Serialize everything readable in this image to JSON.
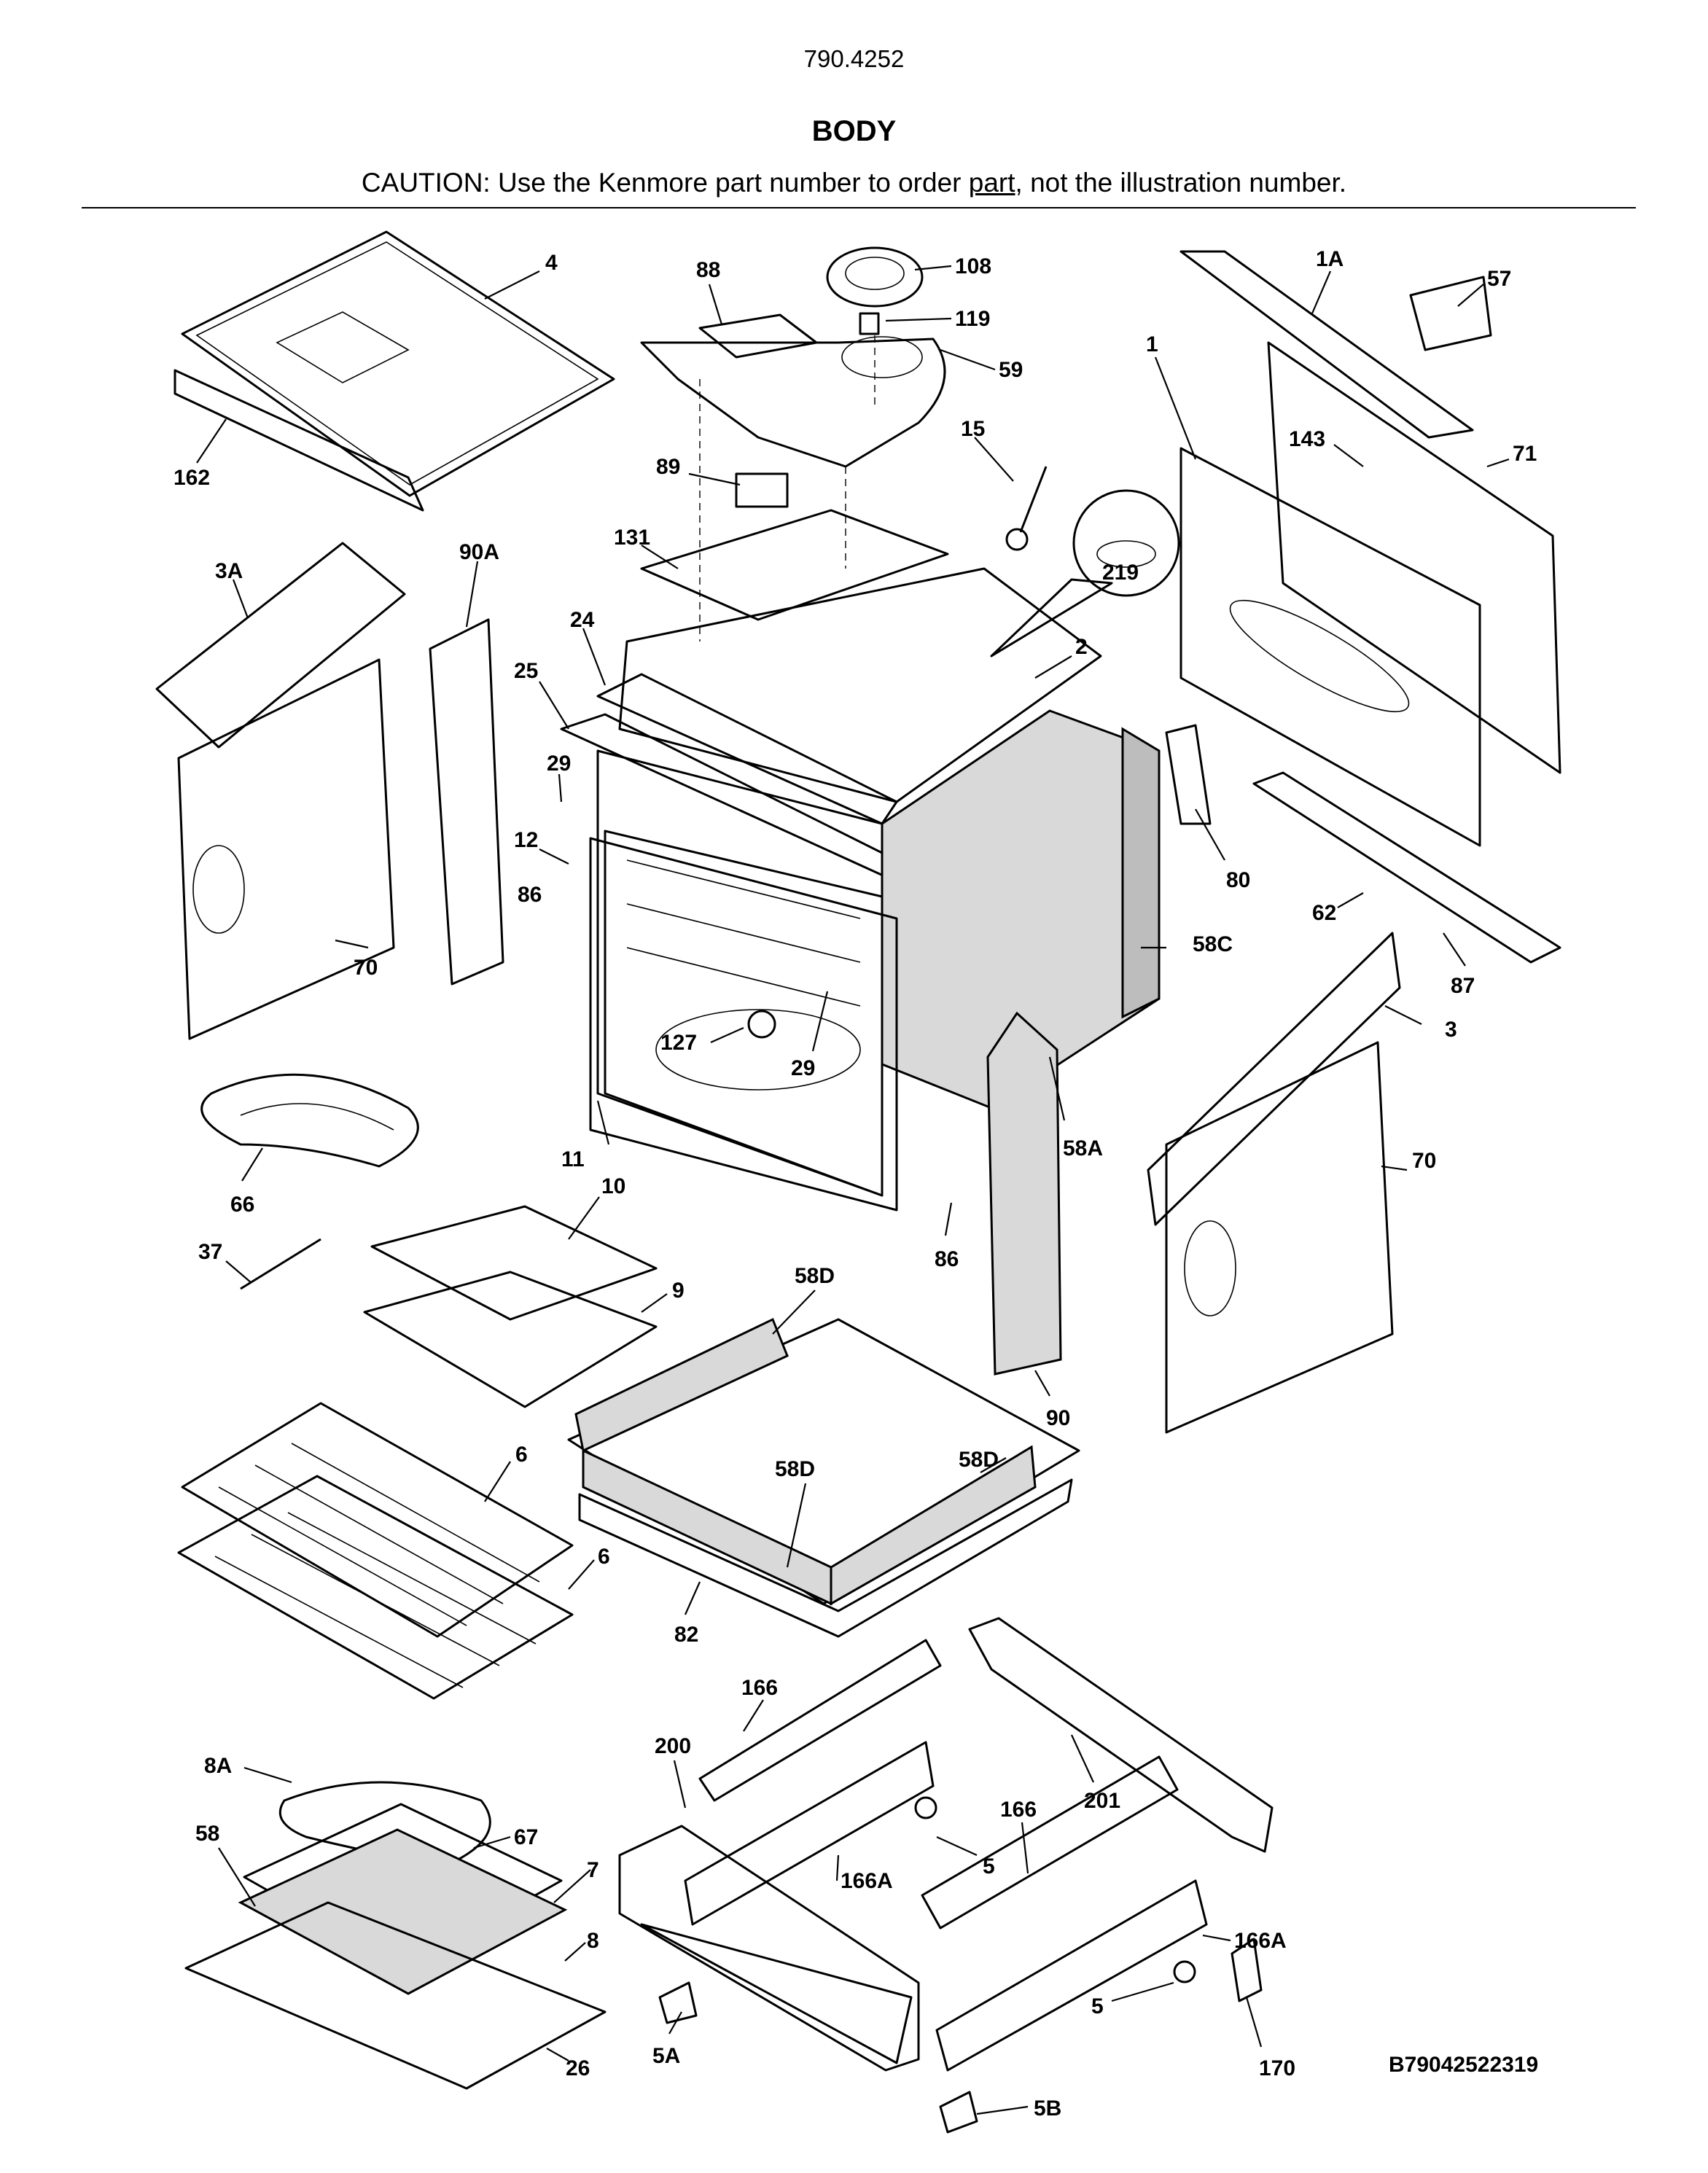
{
  "header": {
    "model_number": "790.4252",
    "section_title": "BODY",
    "caution_before": "CAUTION: Use the Kenmore part number to order ",
    "caution_underlined": "part",
    "caution_after": ", not the illustration number."
  },
  "document_id": "B79042522319",
  "callouts": [
    "4",
    "88",
    "108",
    "119",
    "59",
    "1A",
    "57",
    "162",
    "89",
    "15",
    "1",
    "143",
    "71",
    "131",
    "219",
    "3A",
    "90A",
    "24",
    "2",
    "25",
    "29",
    "12",
    "86",
    "80",
    "62",
    "58C",
    "87",
    "3",
    "127",
    "29",
    "11",
    "58A",
    "70",
    "66",
    "10",
    "70",
    "37",
    "86",
    "9",
    "58D",
    "90",
    "58D",
    "6",
    "58D",
    "6",
    "82",
    "166",
    "200",
    "201",
    "8A",
    "166",
    "67",
    "58",
    "5",
    "166A",
    "7",
    "166A",
    "8",
    "5",
    "170",
    "26",
    "5A",
    "5B"
  ]
}
